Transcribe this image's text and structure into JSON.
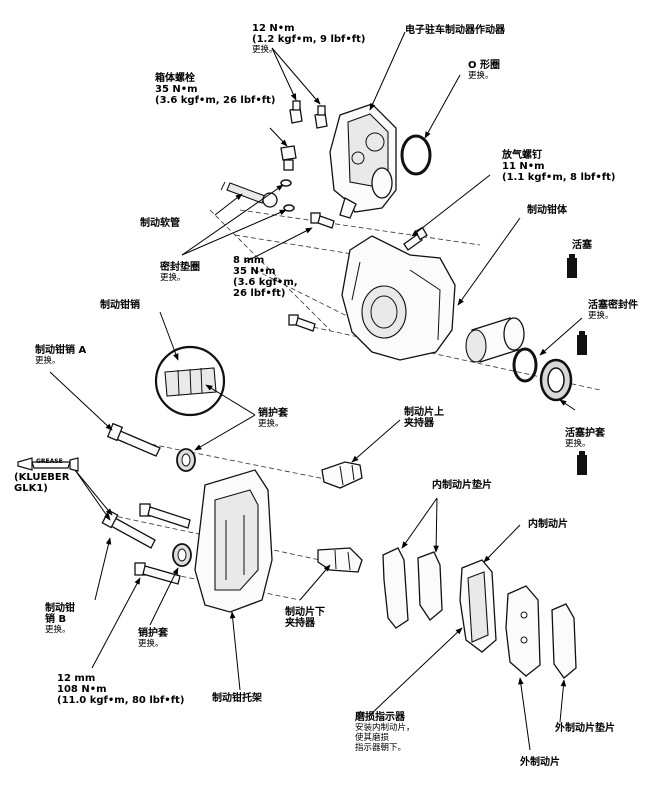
{
  "labels": {
    "actuator_torque": {
      "line1": "12 N•m",
      "line2": "(1.2 kgf•m, 9 lbf•ft)",
      "note": "更换。"
    },
    "actuator": "电子驻车制动器作动器",
    "oring": {
      "title": "O 形圈",
      "note": "更换。"
    },
    "banjo_bolt": {
      "title": "箱体螺栓",
      "line1": "35 N•m",
      "line2": "(3.6 kgf•m, 26 lbf•ft)"
    },
    "bleeder": {
      "title": "放气螺钉",
      "line1": "11 N•m",
      "line2": "(1.1 kgf•m, 8 lbf•ft)"
    },
    "caliper_body": "制动钳体",
    "brake_hose": "制动软管",
    "sealing_washer": {
      "title": "密封垫圈",
      "note": "更换。"
    },
    "bolt_8mm": {
      "line1": "8 mm",
      "line2": "35 N•m",
      "line3": "(3.6 kgf•m,",
      "line4": "26 lbf•ft)"
    },
    "piston": "活塞",
    "piston_seal": {
      "title": "活塞密封件",
      "note": "更换。"
    },
    "piston_boot": {
      "title": "活塞护套",
      "note": "更换。"
    },
    "caliper_pin_top": "制动钳销",
    "pin_a": {
      "title": "制动钳销 A",
      "note": "更换。"
    },
    "pin_boot_upper": {
      "title": "销护套",
      "note": "更换。"
    },
    "grease": {
      "tube": "GREASE",
      "line1": "(KLUEBER",
      "line2": "GLK1)"
    },
    "upper_retainer": {
      "line1": "制动片上",
      "line2": "夹持器"
    },
    "inner_shim": "内制动片垫片",
    "inner_pad": "内制动片",
    "pin_b": {
      "line1": "制动钳",
      "line2": "销 B",
      "note": "更换。"
    },
    "pin_boot_lower": {
      "title": "销护套",
      "note": "更换。"
    },
    "lower_retainer": {
      "line1": "制动片下",
      "line2": "夹持器"
    },
    "bracket_bolt": {
      "line1": "12 mm",
      "line2": "108 N•m",
      "line3": "(11.0 kgf•m, 80 lbf•ft)"
    },
    "bracket": "制动钳托架",
    "wear_indicator": {
      "title": "磨损指示器",
      "line1": "安装内制动片，",
      "line2": "使其磨损",
      "line3": "指示器朝下。"
    },
    "outer_shim": "外制动片垫片",
    "outer_pad": "外制动片"
  }
}
